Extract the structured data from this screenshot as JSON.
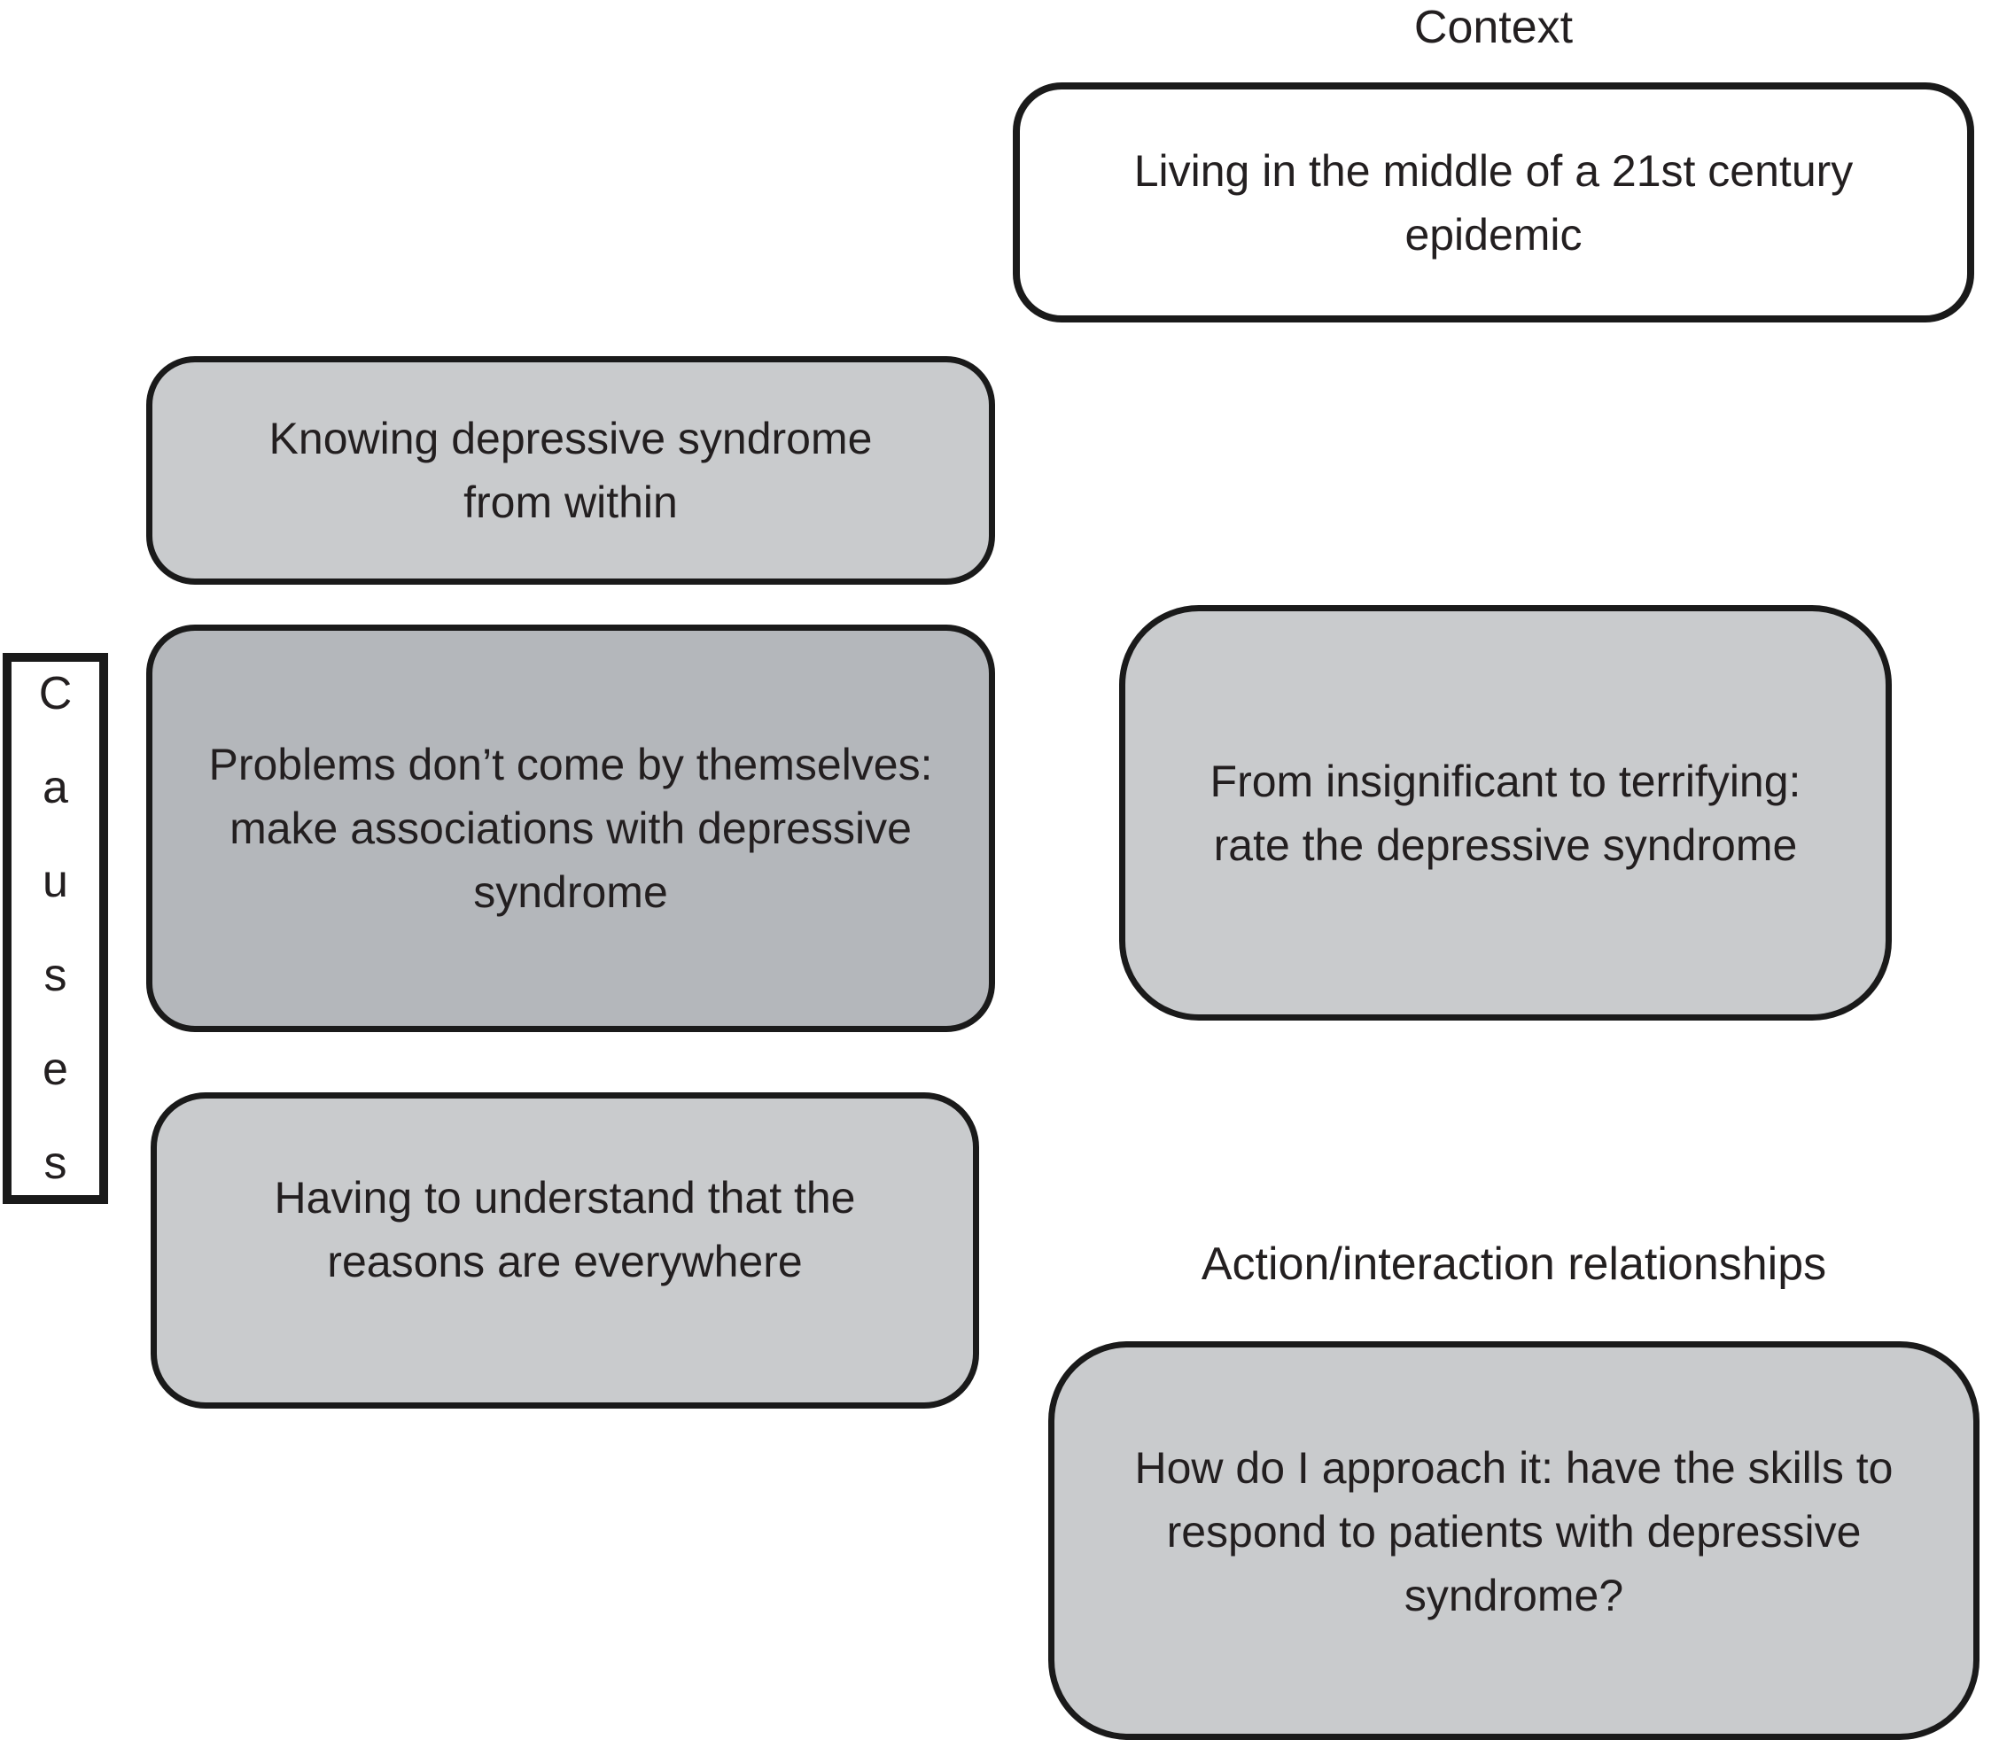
{
  "colors": {
    "box_light_gray": "#c9cbcd",
    "box_dark_gray": "#b4b7bb",
    "box_white": "#ffffff",
    "border_black": "#1a1a1a",
    "text_black": "#231f20"
  },
  "labels": {
    "context": "Context",
    "action_interaction": "Action/interaction relationships"
  },
  "causes": {
    "label": "Causes",
    "letters": [
      "C",
      "a",
      "u",
      "s",
      "e",
      "s"
    ]
  },
  "boxes": {
    "epidemic": {
      "lines": [
        "Living in the middle of a 21st century",
        "epidemic"
      ]
    },
    "knowing": {
      "lines": [
        "Knowing depressive syndrome",
        "from within"
      ]
    },
    "problems": {
      "lines": [
        "Problems don’t come by themselves:",
        "make associations with depressive",
        "syndrome"
      ]
    },
    "rate": {
      "lines": [
        "From insignificant to terrifying:",
        "rate the depressive syndrome"
      ]
    },
    "reasons": {
      "lines": [
        "Having to understand that the",
        "reasons are everywhere"
      ]
    },
    "approach": {
      "lines": [
        "How do I approach it: have the skills to",
        "respond to patients with depressive",
        "syndrome?"
      ]
    }
  }
}
